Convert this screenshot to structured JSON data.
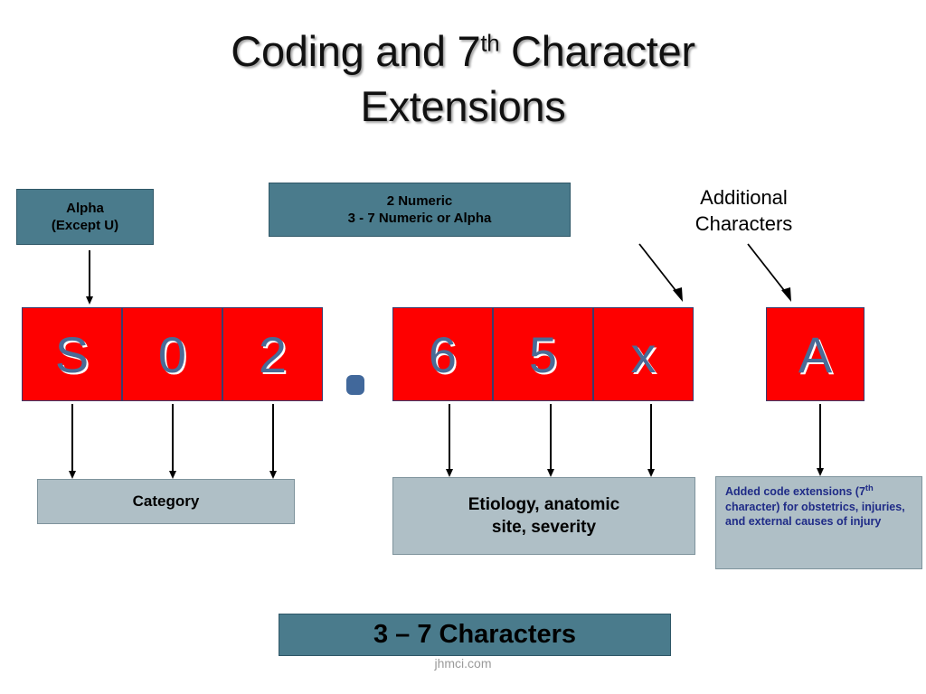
{
  "title": {
    "line1_before": "Coding and 7",
    "line1_sup": "th",
    "line1_after": " Character",
    "line2": "Extensions"
  },
  "notes": {
    "alpha_line1": "Alpha",
    "alpha_line2": "(Except U)",
    "numeric_line1": "2 Numeric",
    "numeric_line2": "3 - 7 Numeric or Alpha",
    "additional_line1": "Additional",
    "additional_line2": "Characters",
    "character_count": "3 – 7 Characters"
  },
  "code": {
    "group_one": [
      "S",
      "0",
      "2"
    ],
    "separator": ".",
    "group_two": [
      "6",
      "5",
      "x"
    ],
    "group_three": [
      "A"
    ]
  },
  "descriptions": {
    "category": "Category",
    "etiology_line1": "Etiology, anatomic",
    "etiology_line2": "site, severity",
    "added_before": "Added code extensions (7",
    "added_sup": "th",
    "added_after": " character) for obstetrics, injuries, and external causes of injury"
  },
  "footer": {
    "watermark": "jhmci.com"
  },
  "colors": {
    "teal": "#4A7B8C",
    "red": "#FE0000",
    "gray_blue": "#AFBFC6",
    "character_blue": "#4A6B96",
    "navy_text": "#1F2B87"
  }
}
